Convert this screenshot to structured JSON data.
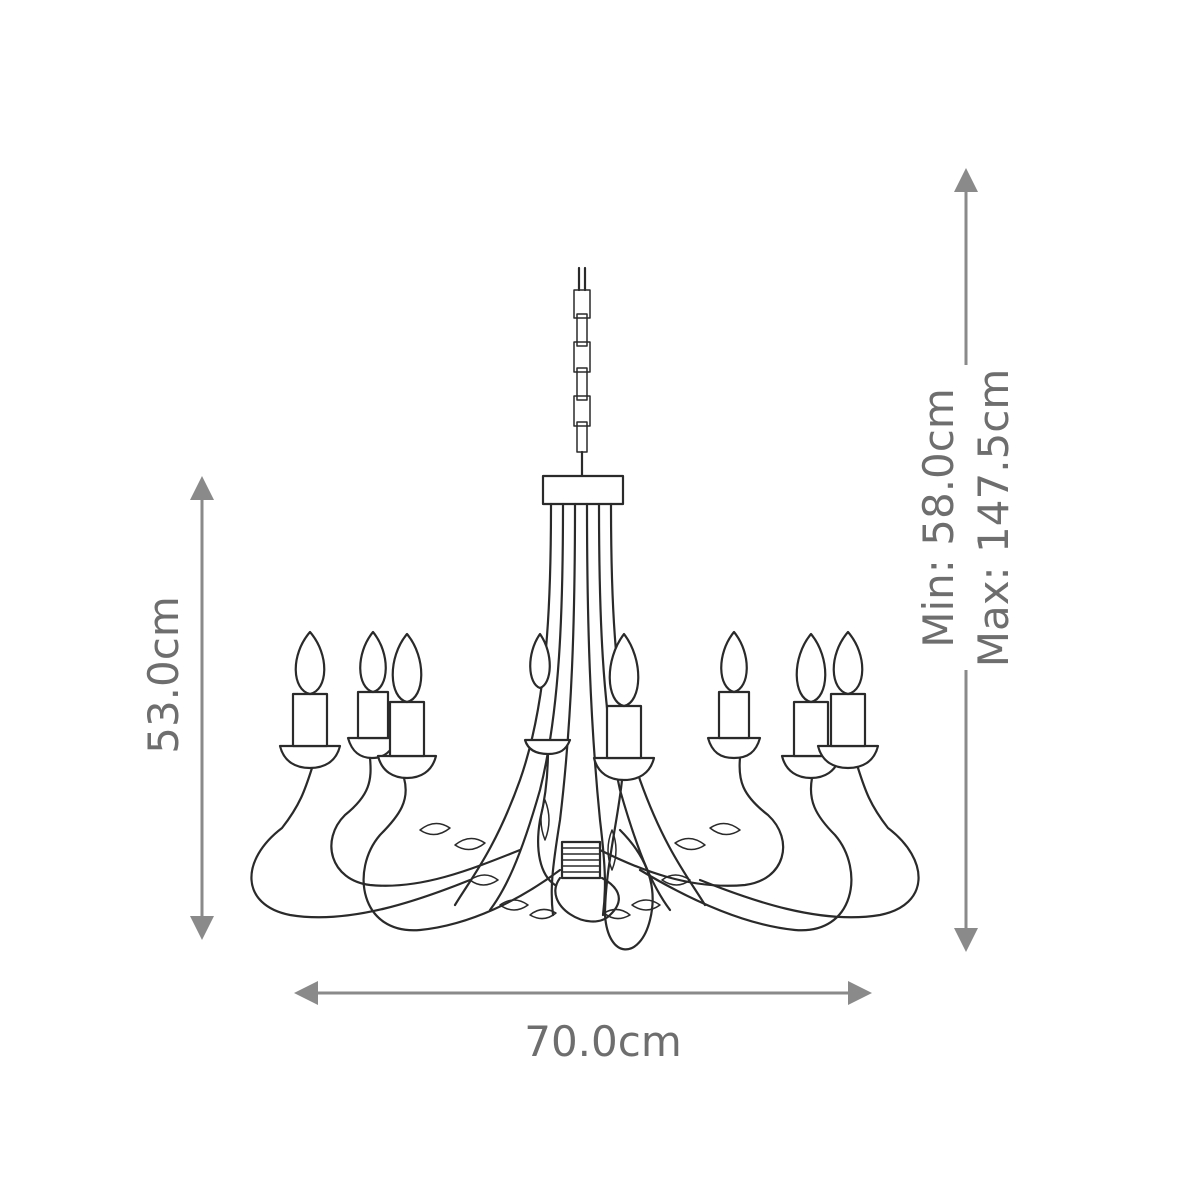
{
  "dimensions": {
    "height_label": "53.0cm",
    "width_label": "70.0cm",
    "drop_min_label": "Min: 58.0cm",
    "drop_max_label": "Max: 147.5cm"
  },
  "colors": {
    "dimension": "#8a8a8a",
    "dimension_text": "#6e6e6e",
    "ink": "#2a2a2a",
    "background": "#ffffff"
  },
  "product": {
    "illustration": "eight-arm-candle-chandelier-line-drawing",
    "arm_count": 8
  }
}
